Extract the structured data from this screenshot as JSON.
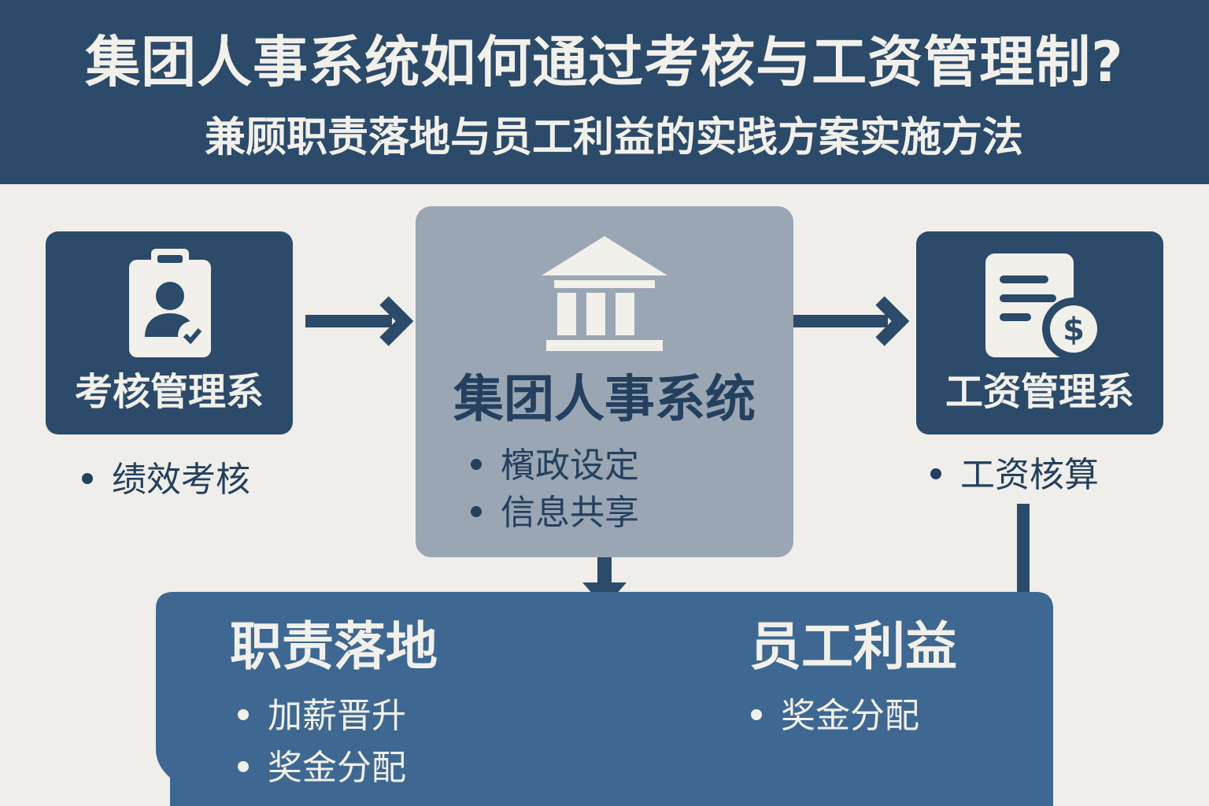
{
  "header": {
    "title": "集团人事系统如何通过考核与工资管理制?",
    "subtitle": "兼顾职责落地与员工利益的实践方案实施方法"
  },
  "left_box": {
    "icon": "employee-clipboard-icon",
    "label": "考核管理系",
    "bullets": [
      "绩效考核"
    ]
  },
  "center_box": {
    "icon": "institution-building-icon",
    "title": "集团人事系统",
    "bullets": [
      "檳政设定",
      "信息共享"
    ]
  },
  "right_box": {
    "icon": "payroll-document-dollar-icon",
    "label": "工资管理系",
    "bullets": [
      "工资核算"
    ]
  },
  "bottom_panel": {
    "left_heading": "职责落地",
    "left_bullets": [
      "加薪晋升",
      "奖金分配"
    ],
    "right_heading": "员工利益",
    "right_bullets": [
      "奖金分配"
    ]
  },
  "colors": {
    "navy": "#2c4a69",
    "slate": "#9aa6b4",
    "panel_blue": "#3e6891",
    "background": "#efeeea",
    "text_light": "#f1f0eb",
    "text_dark": "#24405e"
  }
}
